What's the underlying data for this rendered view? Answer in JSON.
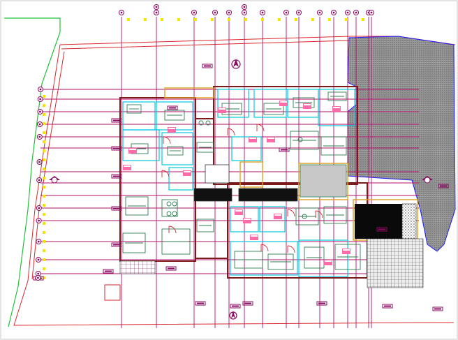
{
  "drawing": {
    "kind": "CAD floor plan",
    "background": "#ffffff",
    "colors": {
      "plot_boundary": "#d8282e",
      "green_boundary": "#22c13a",
      "grid_line": "#b0126b",
      "wall": "#7a1a1a",
      "furniture": "#2e7d4f",
      "cyan_partition": "#00c8e0",
      "orange_outline": "#e0a020",
      "yellow_marker": "#f5e400",
      "annotation": "#8a0a60",
      "hatch_gray": "#8c8c8c",
      "solid_black": "#0a0a0a",
      "blue_line": "#1a1aff",
      "pink_fill": "#ff6aa8"
    },
    "top_grid_bubbles_count": 17,
    "left_grid_bubbles_count": 13,
    "north_arrows_count": 2,
    "section_markers_count": 2,
    "icons": [
      "north-arrow-icon",
      "section-marker-icon",
      "grid-bubble-icon",
      "stair-icon"
    ]
  }
}
